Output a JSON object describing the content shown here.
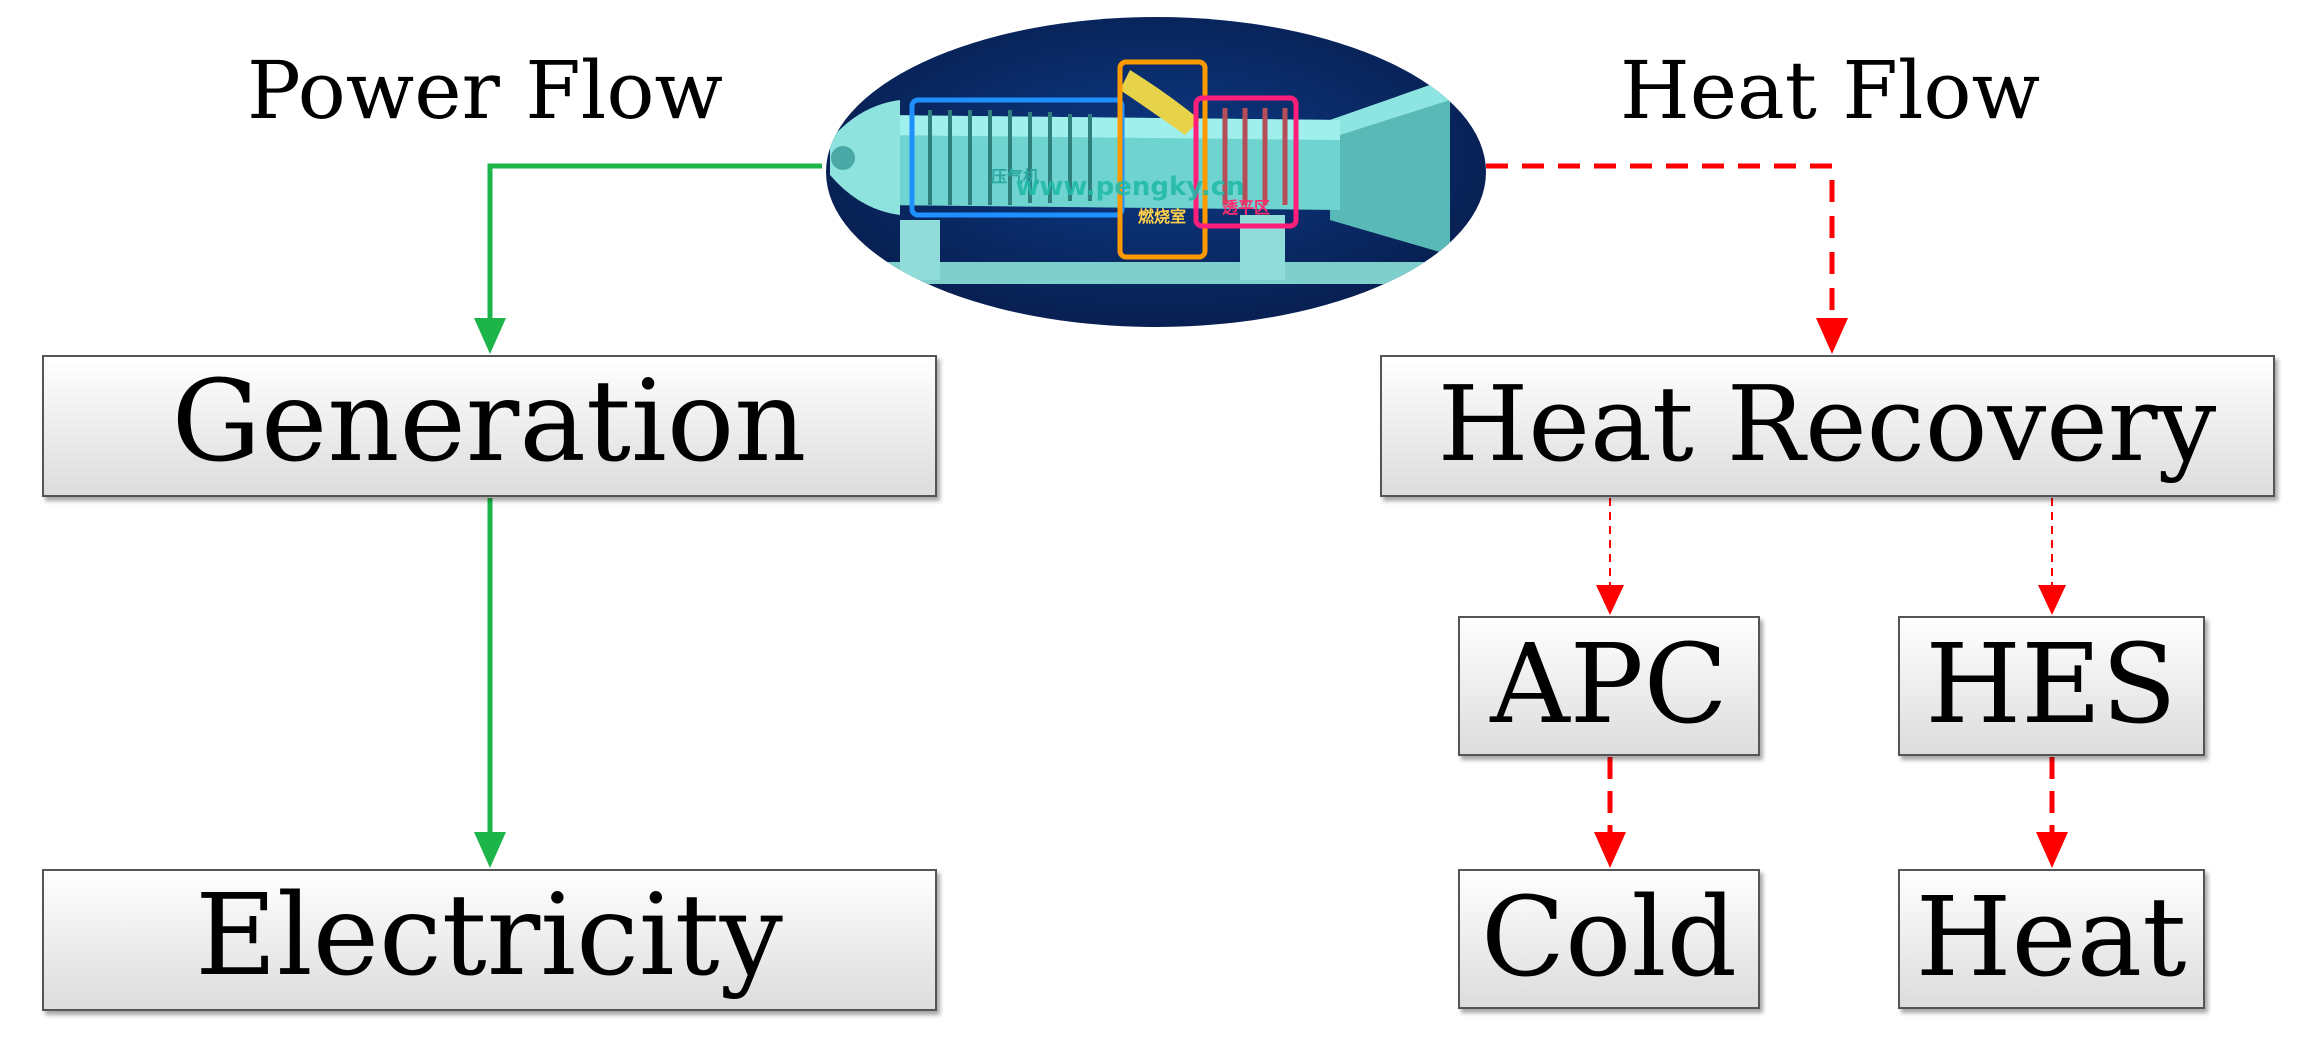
{
  "flows": {
    "power_title": "Power Flow",
    "heat_title": "Heat Flow"
  },
  "engine": {
    "label_combustor": "燃烧室",
    "label_turbine": "透平区",
    "label_compressor": "压气机",
    "watermark": "www.pengky.cn"
  },
  "boxes": {
    "generation": "Generation",
    "electricity": "Electricity",
    "heat_recovery": "Heat Recovery",
    "apc": "APC",
    "hes": "HES",
    "cold": "Cold",
    "heat": "Heat"
  },
  "colors": {
    "power_flow": "#1db54a",
    "heat_flow": "#ff0000",
    "engine_background": "#0b2a6b",
    "engine_body": "#6fd4d0",
    "compressor_frame": "#1e90ff",
    "combustor_frame": "#ff9900",
    "turbine_frame": "#ff1f7a"
  }
}
